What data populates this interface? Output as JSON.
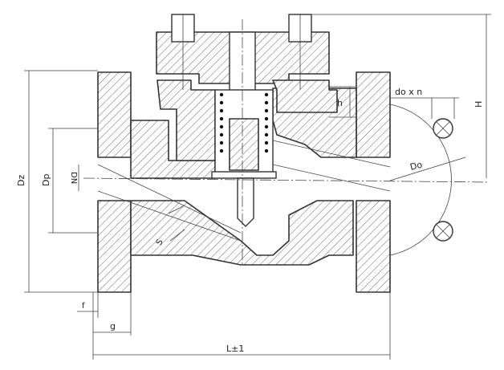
{
  "labels": {
    "dz": "Dz",
    "dp": "Dp",
    "dn": "DN",
    "h_small": "h",
    "h_big": "H",
    "do_x_n": "do x n",
    "do": "Do",
    "s": "S",
    "f": "f",
    "g": "g",
    "l": "L±1"
  }
}
